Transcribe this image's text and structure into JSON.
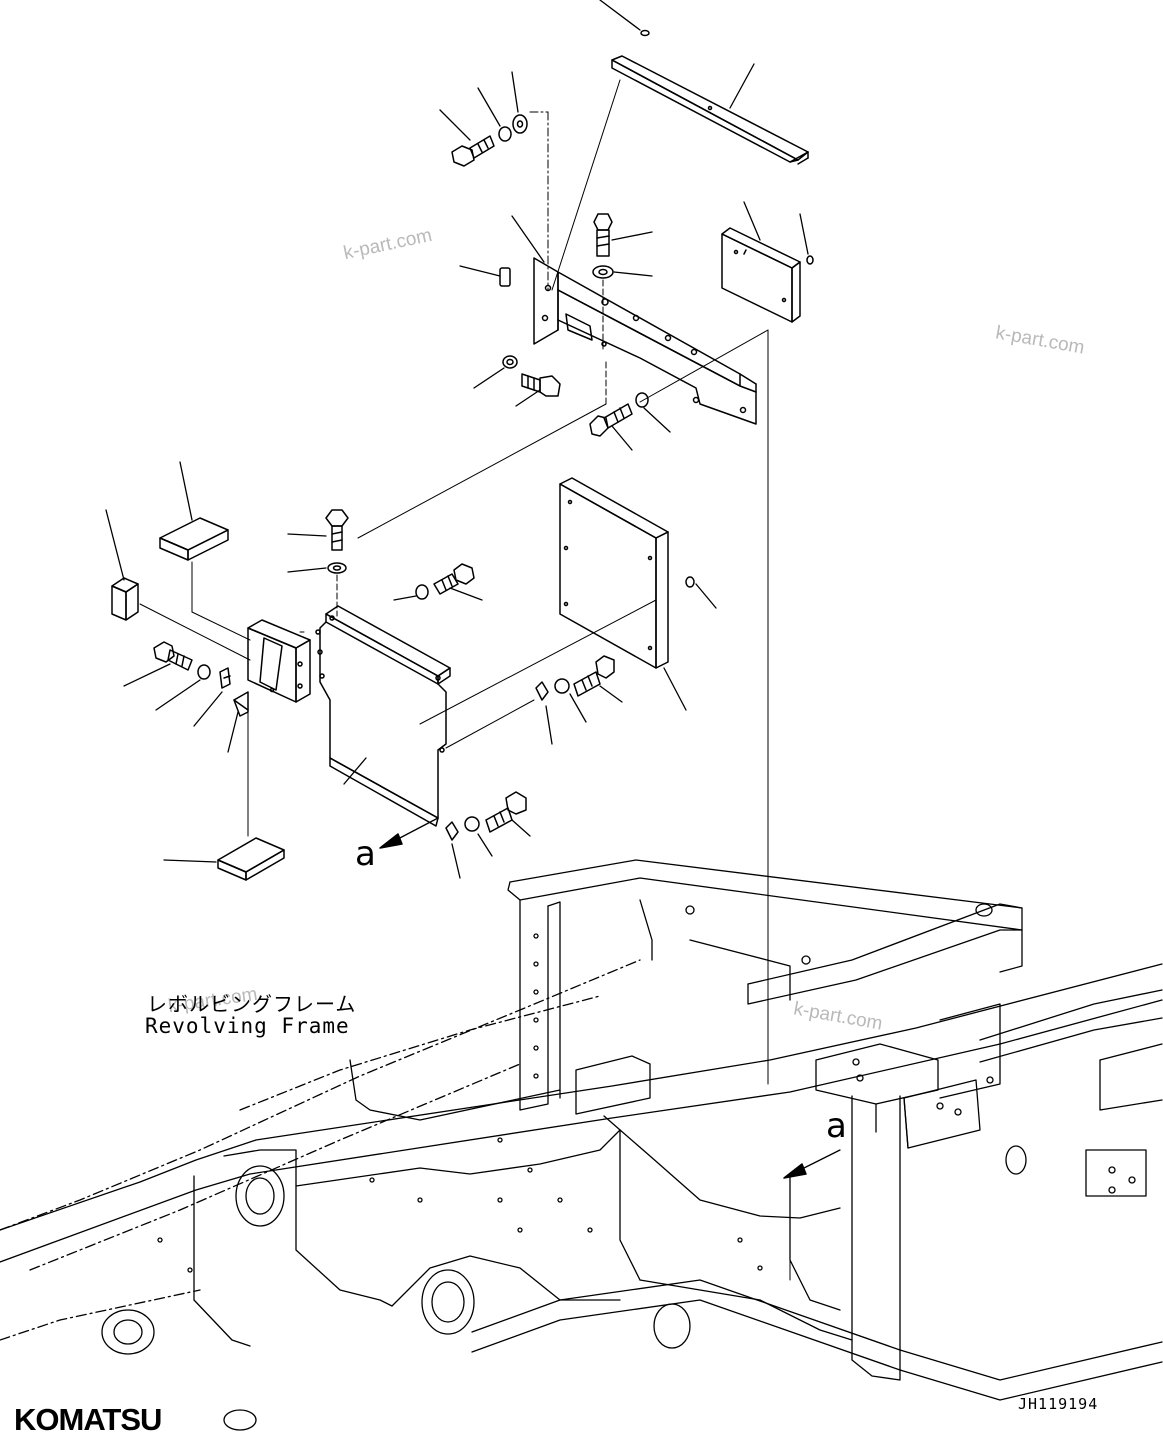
{
  "diagram": {
    "frame_label_jp": "レボルビングフレーム",
    "frame_label_en": "Revolving Frame",
    "view_label_1": "a",
    "view_label_2": "a",
    "drawing_number": "JH119194",
    "logo_text": "KOMATSU",
    "watermarks": [
      "k-part.com",
      "k-part.com",
      "k-part.com",
      "k-part.com"
    ]
  },
  "colors": {
    "line": "#000000",
    "watermark": "#b9b9b9",
    "background": "#ffffff"
  }
}
